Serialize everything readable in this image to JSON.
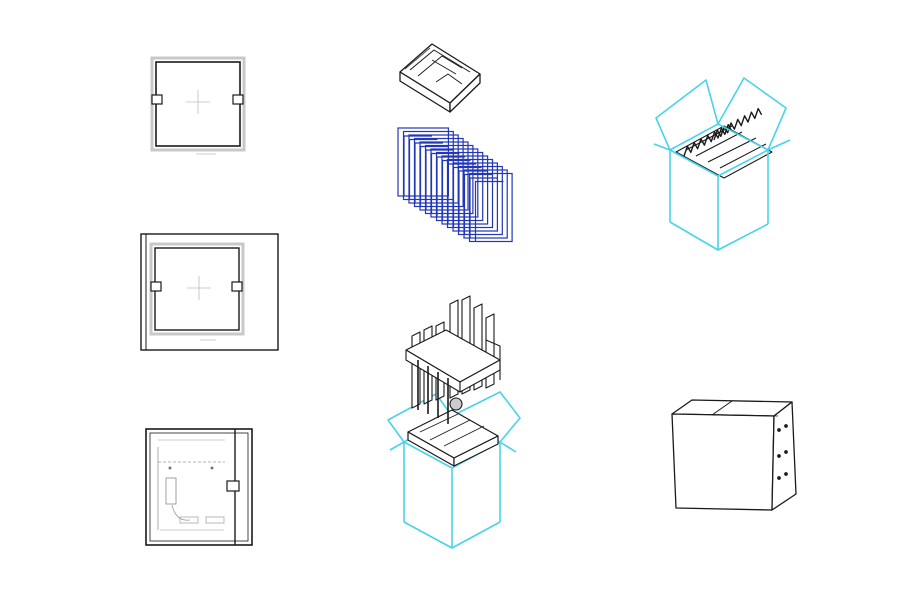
{
  "colors": {
    "background": "#ffffff",
    "line": "#1a1a1a",
    "panel_gray": "#c8c8c8",
    "frame_blue": "#2236b8",
    "box_cyan": "#47d3ea"
  },
  "steps": [
    {
      "id": "panel-front",
      "icon": "panel-front-icon"
    },
    {
      "id": "panel-inserted",
      "icon": "panel-inserted-icon"
    },
    {
      "id": "panel-with-board",
      "icon": "panel-board-icon"
    },
    {
      "id": "tray-part",
      "icon": "tray-icon"
    },
    {
      "id": "frames-stack",
      "icon": "frame-stack-icon"
    },
    {
      "id": "assembly-into-box",
      "icon": "assembly-box-icon"
    },
    {
      "id": "open-box-with-parts",
      "icon": "open-box-icon"
    },
    {
      "id": "closed-box",
      "icon": "closed-box-icon"
    }
  ]
}
